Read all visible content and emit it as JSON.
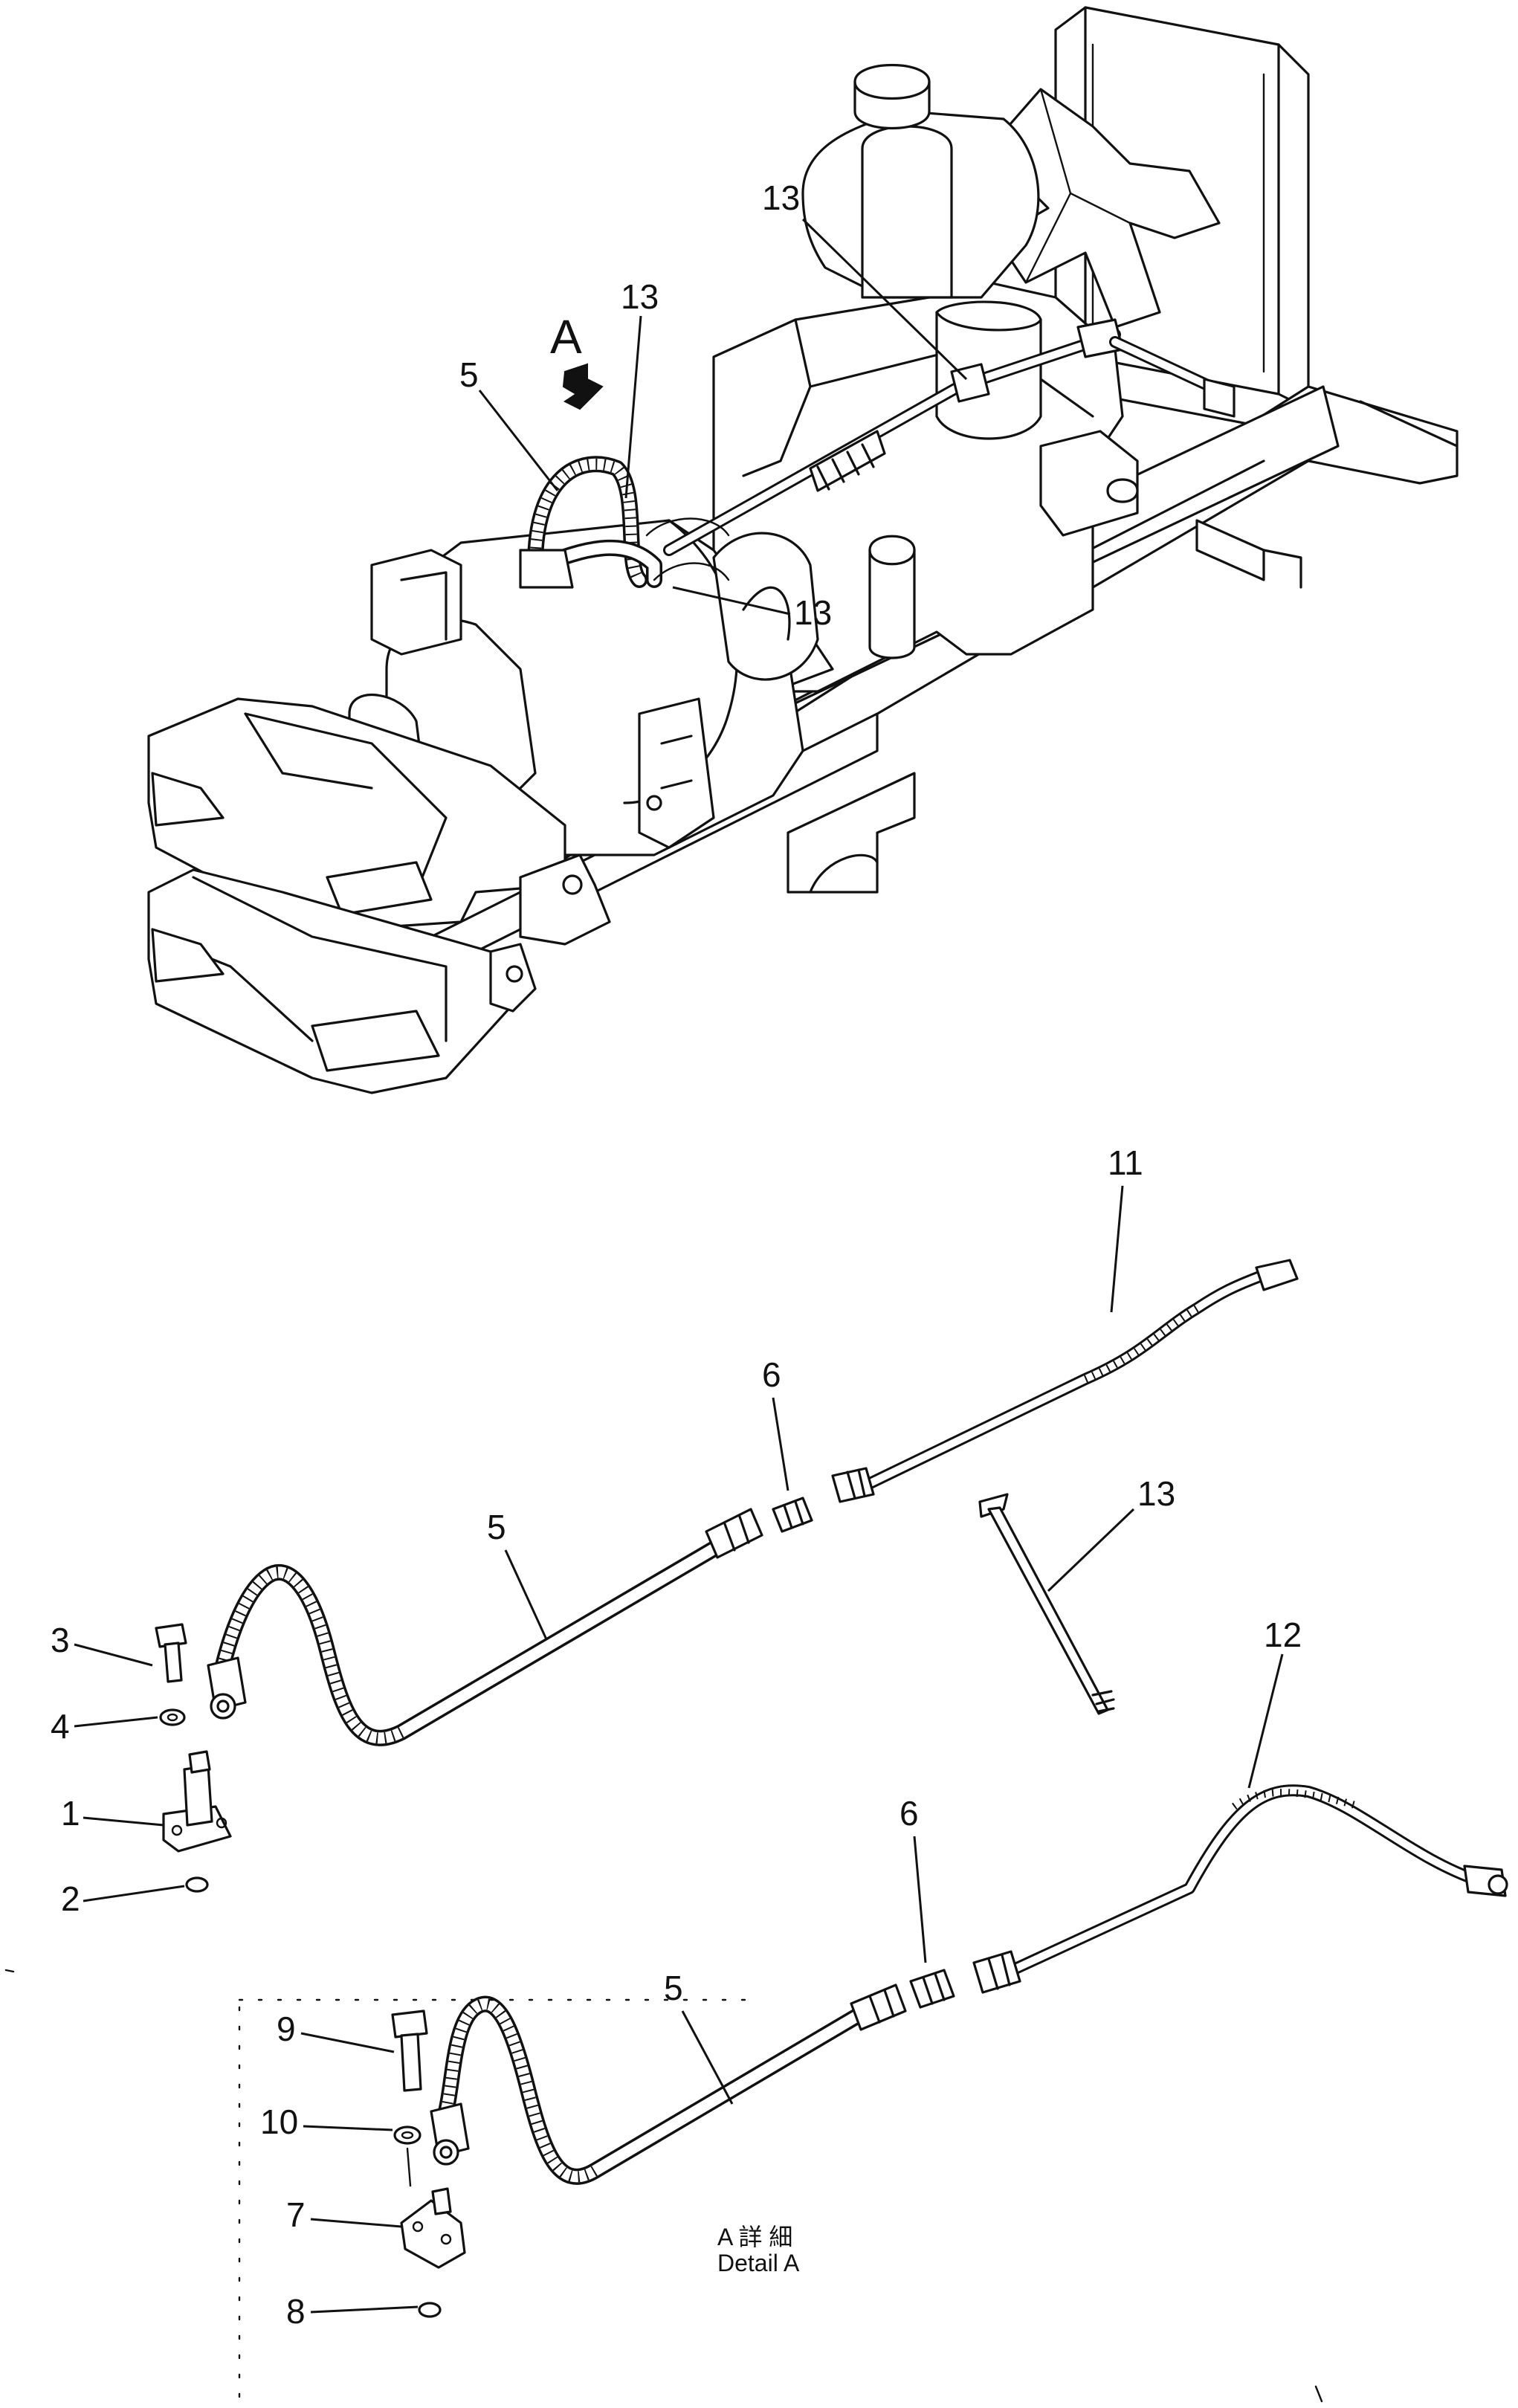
{
  "view_marker": "A",
  "detail_caption": {
    "jp": "A 詳 細",
    "en": "Detail A"
  },
  "callouts": {
    "top_5": "5",
    "top_13_a": "13",
    "top_13_b": "13",
    "top_13_c": "13",
    "d1": "1",
    "d2": "2",
    "d3": "3",
    "d4": "4",
    "d5_a": "5",
    "d6_a": "6",
    "d11": "11",
    "d13": "13",
    "d12": "12",
    "d6_b": "6",
    "d5_b": "5",
    "d9": "9",
    "d10": "10",
    "d7": "7",
    "d8": "8"
  }
}
